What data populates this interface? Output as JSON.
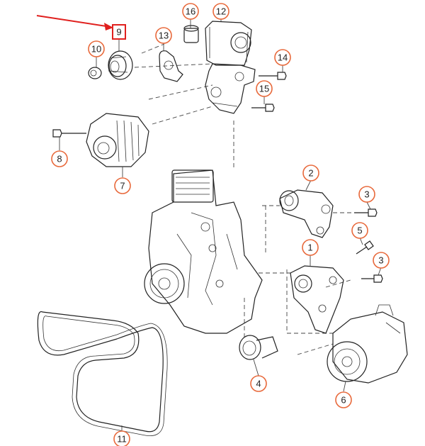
{
  "accent_colors": {
    "callout_ring": "#e8693b",
    "highlight": "#e0201e",
    "line": "#222222"
  },
  "highlighted_part": "9",
  "callouts": [
    {
      "label": "1"
    },
    {
      "label": "2"
    },
    {
      "label": "3"
    },
    {
      "label": "3"
    },
    {
      "label": "4"
    },
    {
      "label": "5"
    },
    {
      "label": "6"
    },
    {
      "label": "7"
    },
    {
      "label": "8"
    },
    {
      "label": "9"
    },
    {
      "label": "10"
    },
    {
      "label": "11"
    },
    {
      "label": "12"
    },
    {
      "label": "13"
    },
    {
      "label": "14"
    },
    {
      "label": "15"
    },
    {
      "label": "16"
    }
  ]
}
